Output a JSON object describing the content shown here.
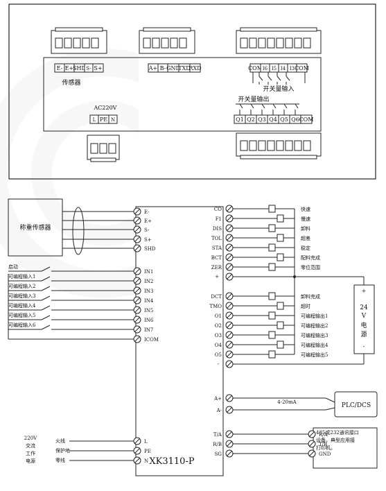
{
  "panel": {
    "sensor_terminals": [
      "E-",
      "E+",
      "SHD",
      "S-",
      "S+"
    ],
    "sensor_label": "传感器",
    "comm_terminals": [
      "A+",
      "B-",
      "GND",
      "TXD",
      "RXD"
    ],
    "input_terminals": [
      "COM",
      "I6",
      "I5",
      "I4",
      "I3",
      "COM"
    ],
    "input_label": "开关量输入",
    "output_label": "开关量输出",
    "ac_label": "AC220V",
    "power_terminals": [
      "L",
      "PE",
      "N"
    ],
    "output_terminals": [
      "Q1",
      "Q2",
      "Q3",
      "Q4",
      "Q5",
      "Q6",
      "COM"
    ]
  },
  "schematic": {
    "sensor_box": "称重传感器",
    "sensor_pins": [
      "E-",
      "E+",
      "S-",
      "S+",
      "SHD"
    ],
    "input_labels": [
      "启动",
      "可编程输入1",
      "可编程输入2",
      "可编程输入3",
      "可编程输入4",
      "可编程输入5",
      "可编程输入6"
    ],
    "input_pins": [
      "IN1",
      "IN2",
      "IN3",
      "IN4",
      "IN5",
      "IN6",
      "IN7",
      "ICOM"
    ],
    "power_labels": [
      "火线",
      "保护地",
      "零线"
    ],
    "power_side": [
      "220V",
      "交流",
      "工作",
      "电源"
    ],
    "power_pins": [
      "L",
      "PE",
      "N"
    ],
    "model": "XK3110-P",
    "out1_pins": [
      "CO",
      "F1",
      "DIS",
      "TOL",
      "STA",
      "BCT",
      "ZER"
    ],
    "out1_labels": [
      "快速",
      "慢速",
      "卸料",
      "超差",
      "稳定",
      "配料完成",
      "零位范围"
    ],
    "plus": "+",
    "minus": "-",
    "out2_pins": [
      "DCT",
      "TMO",
      "O1",
      "O2",
      "O3",
      "O4",
      "O5"
    ],
    "out2_labels": [
      "卸料完成",
      "超时",
      "可编程输出1",
      "可编程输出2",
      "可编程输出3",
      "可编程输出4",
      "可编程输出5"
    ],
    "supply_plus": "+",
    "supply_text": [
      "24",
      "V",
      "电",
      "源"
    ],
    "supply_minus": "-",
    "analog_pins": [
      "A+",
      "A-"
    ],
    "analog_label": "4-20mA",
    "plc": "PLC/DCS",
    "comm_pins": [
      "T/A",
      "R/B",
      "SG"
    ],
    "comm_pins_right": [
      "R/A",
      "T/B",
      "GND"
    ],
    "comm_note": [
      "485或232通讯接口",
      "设备，典型应用接",
      "打印机。"
    ]
  }
}
